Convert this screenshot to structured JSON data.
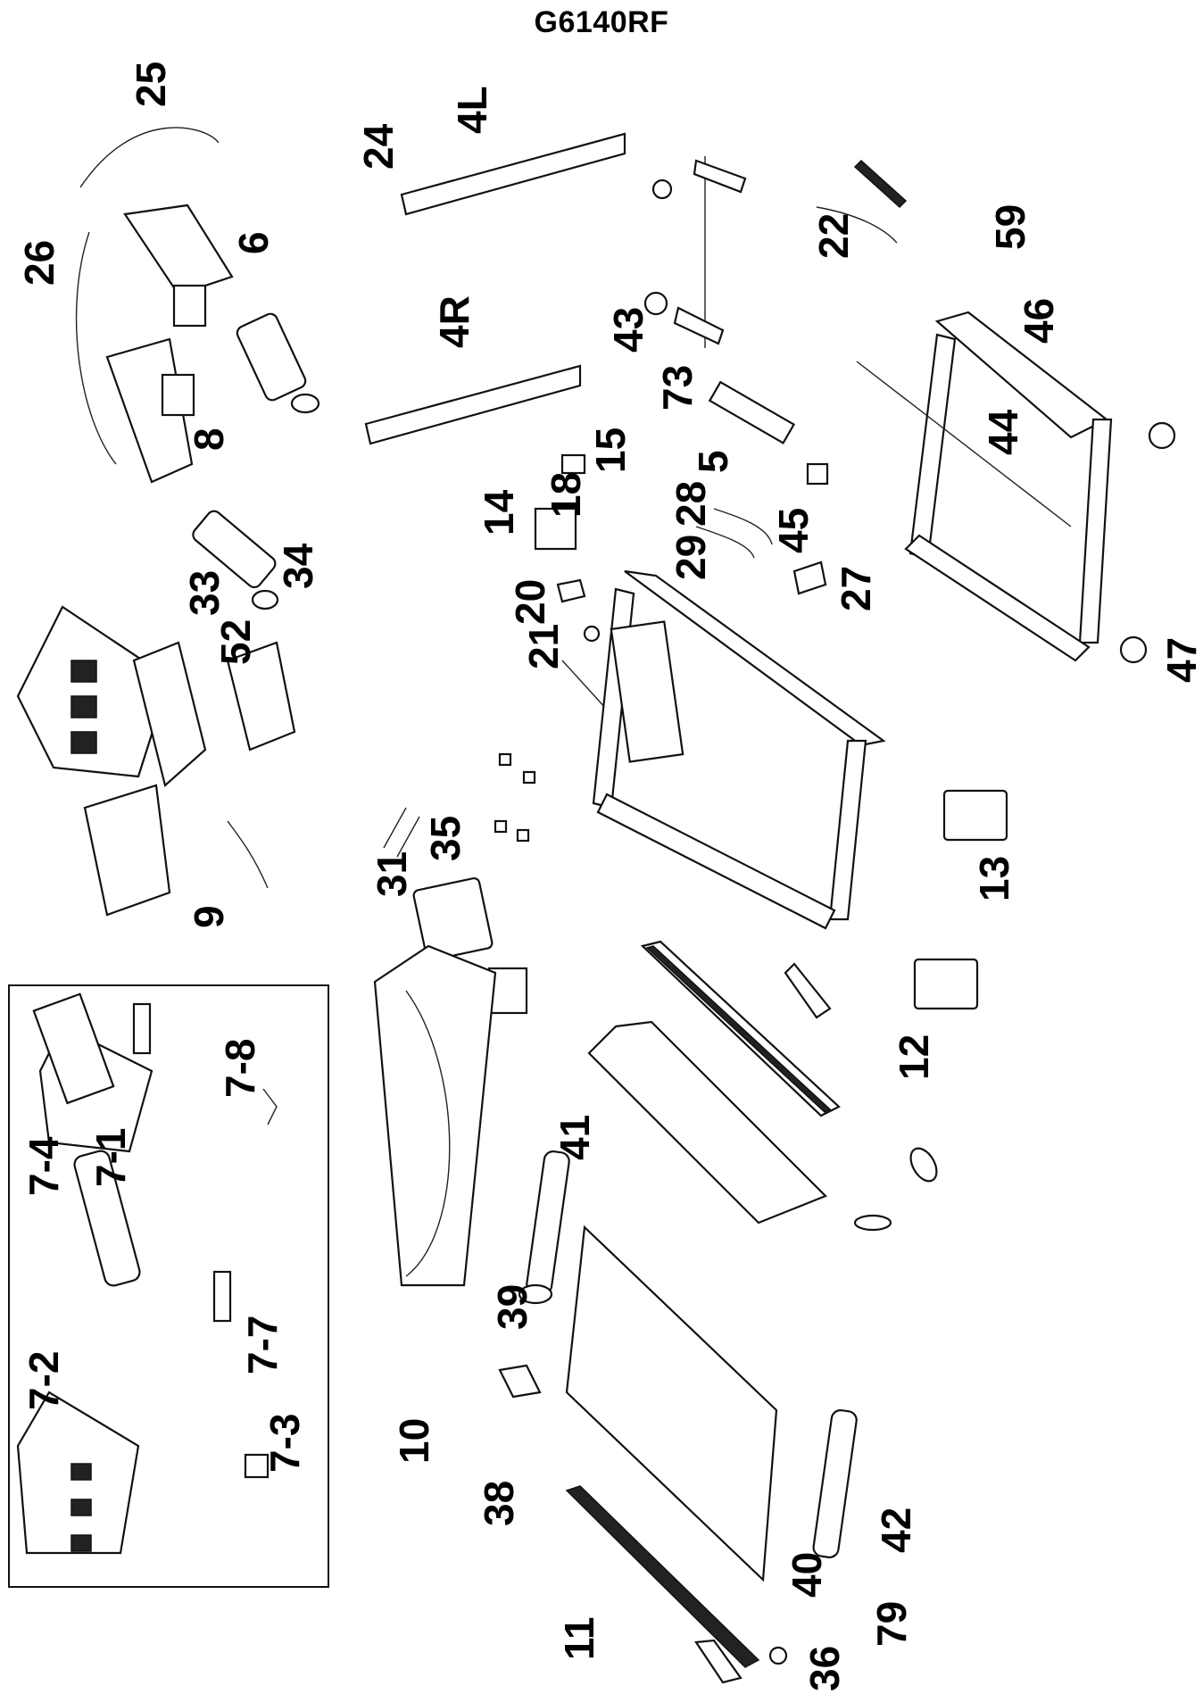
{
  "title": "G6140RF",
  "inset_labels": [
    "7-1",
    "7-2",
    "7-3",
    "7-4",
    "7-7",
    "7-8"
  ],
  "labels": [
    "4L",
    "4R",
    "5",
    "6",
    "8",
    "9",
    "10",
    "11",
    "12",
    "13",
    "14",
    "15",
    "18",
    "20",
    "21",
    "22",
    "24",
    "25",
    "26",
    "27",
    "28",
    "29",
    "31",
    "33",
    "34",
    "35",
    "36",
    "38",
    "39",
    "40",
    "41",
    "42",
    "43",
    "44",
    "45",
    "46",
    "47",
    "52",
    "59",
    "73",
    "79"
  ]
}
